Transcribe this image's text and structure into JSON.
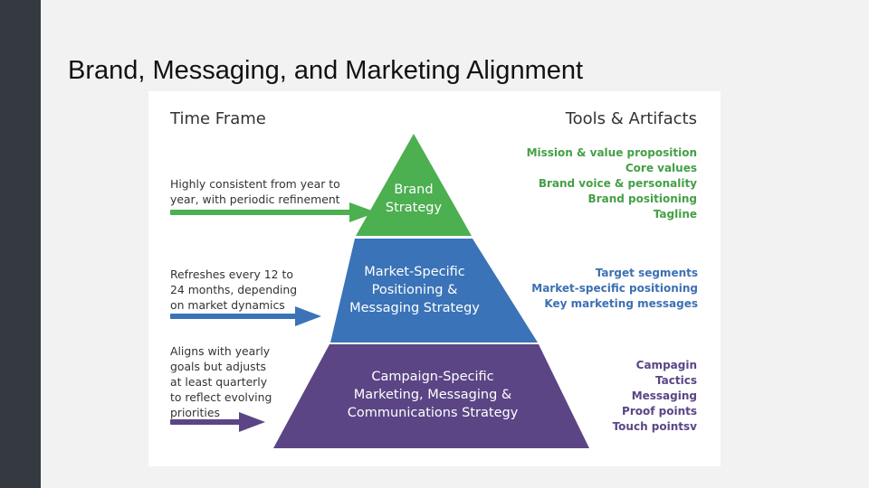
{
  "title": "Brand, Messaging, and Marketing Alignment",
  "headers": {
    "left": "Time Frame",
    "right": "Tools & Artifacts"
  },
  "colors": {
    "green": "#4caf50",
    "blue": "#3a73b7",
    "purple": "#5b4585",
    "green_text": "#44a046",
    "blue_text": "#3c70b3",
    "purple_text": "#5b4585"
  },
  "tiers": [
    {
      "color_key": "green",
      "label_lines": [
        "Brand",
        "Strategy"
      ],
      "time_frame_lines": [
        "Highly consistent from year to",
        "year, with periodic refinement"
      ],
      "tools": [
        "Mission & value proposition",
        "Core values",
        "Brand voice & personality",
        "Brand positioning",
        "Tagline"
      ]
    },
    {
      "color_key": "blue",
      "label_lines": [
        "Market-Specific",
        "Positioning &",
        "Messaging Strategy"
      ],
      "time_frame_lines": [
        "Refreshes every 12 to",
        "24 months, depending",
        "on market dynamics"
      ],
      "tools": [
        "Target segments",
        "Market-specific positioning",
        "Key marketing messages"
      ]
    },
    {
      "color_key": "purple",
      "label_lines": [
        "Campaign-Specific",
        "Marketing, Messaging &",
        "Communications Strategy"
      ],
      "time_frame_lines": [
        "Aligns with yearly",
        "goals but adjusts",
        "at least quarterly",
        "to reflect evolving",
        "priorities"
      ],
      "tools": [
        "Campagin",
        "Tactics",
        "Messaging",
        "Proof points",
        "Touch pointsv"
      ]
    }
  ]
}
